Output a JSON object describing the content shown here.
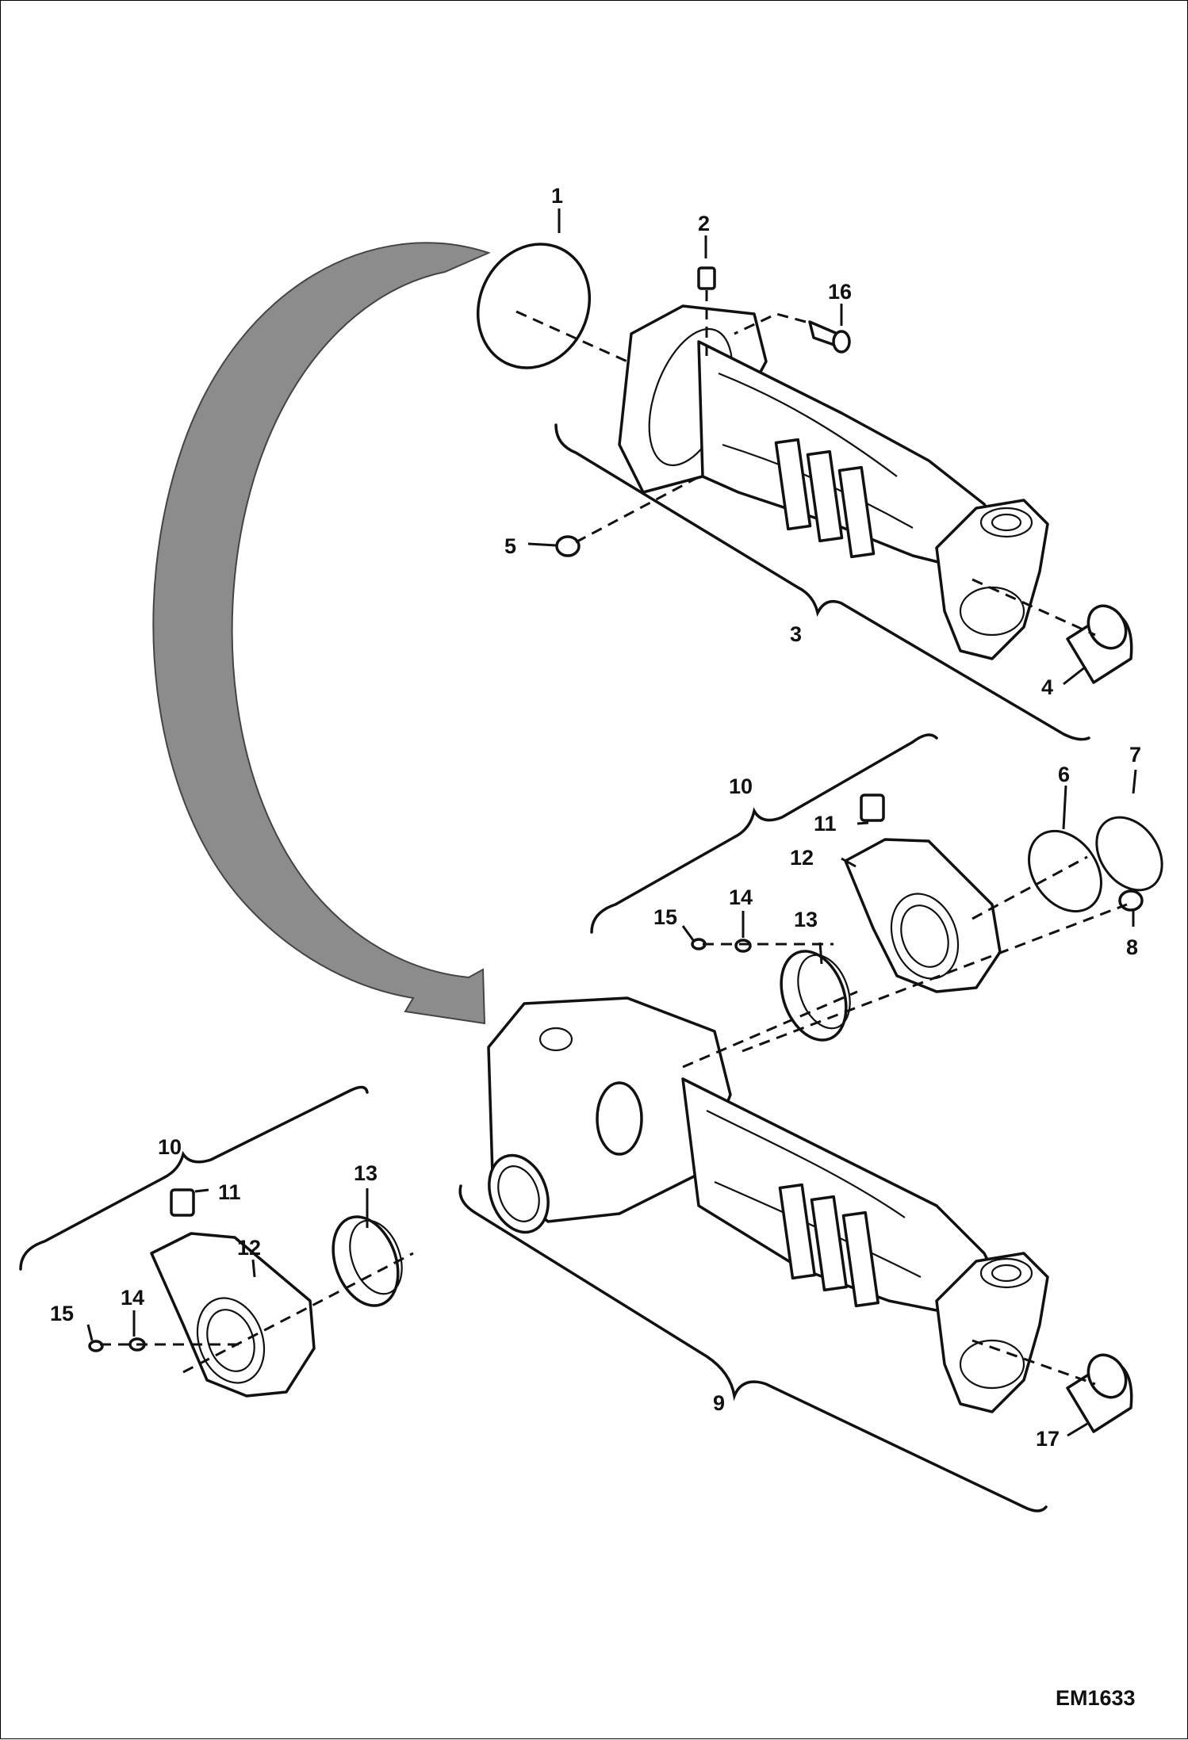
{
  "figure_code": "EM1633",
  "callouts": {
    "c1": "1",
    "c2": "2",
    "c3": "3",
    "c4": "4",
    "c5": "5",
    "c6": "6",
    "c7": "7",
    "c8": "8",
    "c9": "9",
    "c10a": "10",
    "c10b": "10",
    "c11a": "11",
    "c11b": "11",
    "c12a": "12",
    "c12b": "12",
    "c13a": "13",
    "c13b": "13",
    "c14a": "14",
    "c14b": "14",
    "c15a": "15",
    "c15b": "15",
    "c16": "16",
    "c17": "17"
  },
  "colors": {
    "line": "#111111",
    "arrow_fill": "#8c8c8c",
    "background": "#ffffff"
  },
  "icons": {
    "assembly_arrow": "curved-arrow-icon"
  }
}
